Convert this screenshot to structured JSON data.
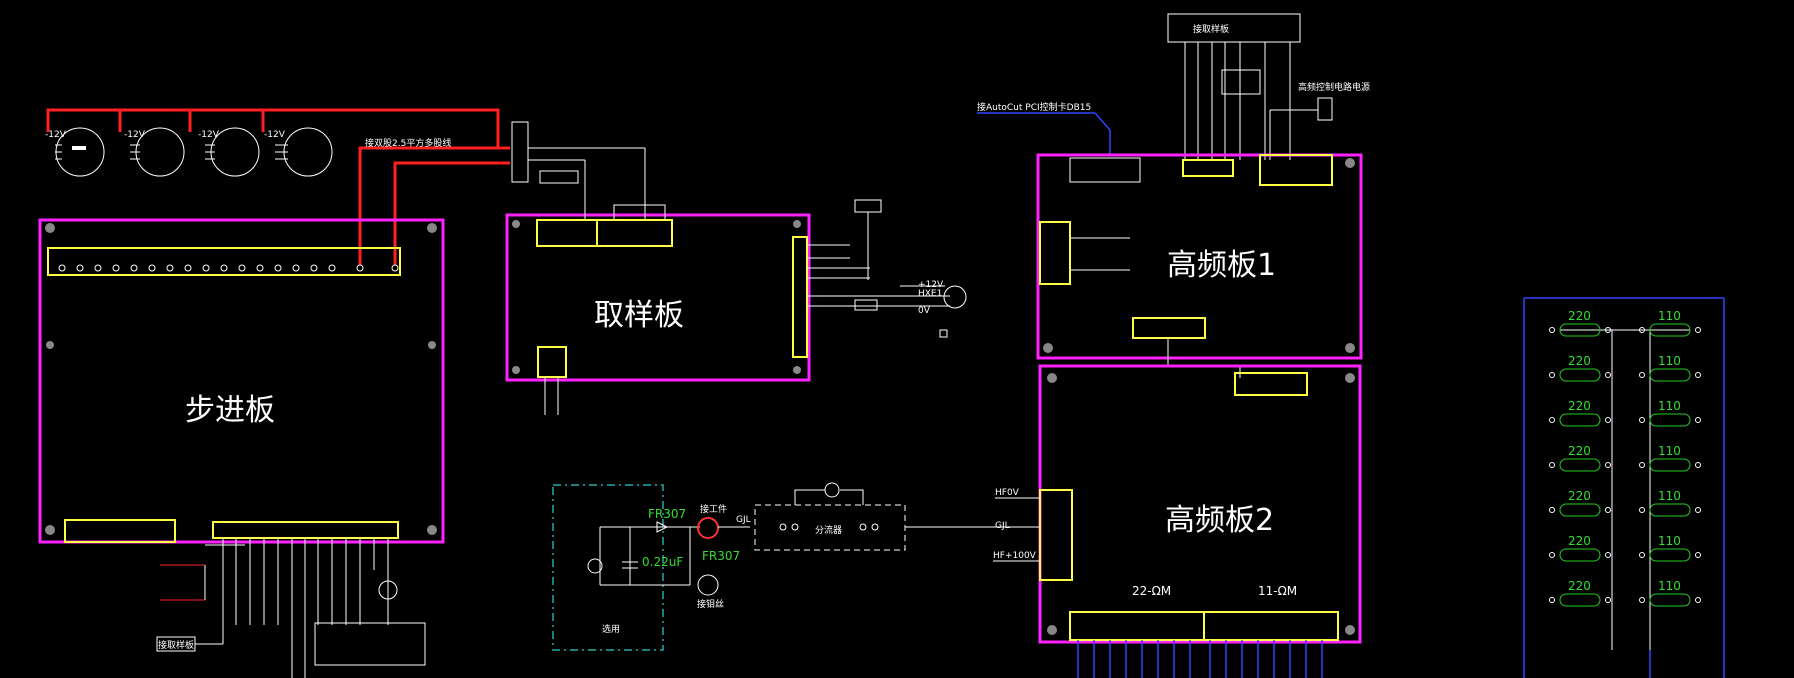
{
  "boards": {
    "stepper": "步进板",
    "sampling": "取样板",
    "hf1": "高频板1",
    "hf2": "高频板2"
  },
  "labels": {
    "top_sampling": "接取样板",
    "autocut": "接AutoCut PCI控制卡DB15",
    "hf_power": "高频控制电路电源",
    "double_wire": "接双股2.5平方多股线",
    "to_sampling_bottom": "接取样板",
    "workpiece": "接工件",
    "wire": "接钼丝",
    "shunt": "分流器",
    "optional": "选用",
    "cap": "0.22uF",
    "diode1": "FR307",
    "diode2": "FR307",
    "hf0v": "HF0V",
    "gjl": "GJL",
    "hf100": "HF+100V",
    "gjl_left": "GJL",
    "r22": "22-ΩM",
    "r11": "11-ΩM",
    "plus12v": "+12V",
    "hxe1": "HXE1",
    "zero_v": "0V",
    "v_minus12": "-12V",
    "res_values": [
      "220",
      "110"
    ]
  },
  "colors": {
    "board": "#ff22ff",
    "connector": "#ffff44",
    "power": "#ff2020",
    "wire": "#ffffff",
    "bus": "#3344ff",
    "dashed": "#22aaaa",
    "resistor": "#33dd33"
  }
}
